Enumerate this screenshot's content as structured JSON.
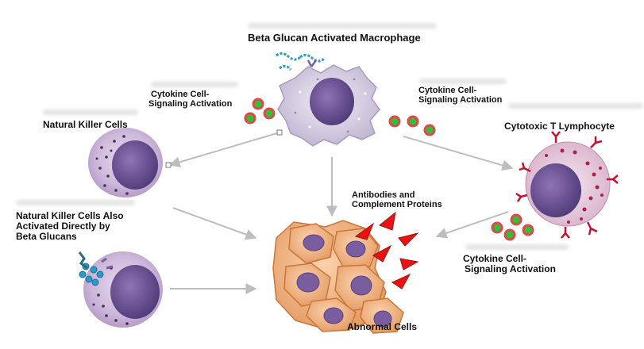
{
  "diagram": {
    "labels": {
      "macrophage": "Beta Glucan Activated Macrophage",
      "cytokine_left_1": "Cytokine Cell-",
      "cytokine_left_2": "Signaling Activation",
      "cytokine_right_1": "Cytokine Cell-",
      "cytokine_right_2": "Signaling Activation",
      "natural_killer": "Natural Killer Cells",
      "cytotoxic_t": "Cytotoxic T Lymphocyte",
      "antibodies_1": "Antibodies and",
      "antibodies_2": "Complement Proteins",
      "nk_also_1": "Natural Killer Cells Also",
      "nk_also_2": "Activated Directly by",
      "nk_also_3": "Beta Glucans",
      "cytokine_bottom_1": "Cytokine Cell-",
      "cytokine_bottom_2": "Signaling Activation",
      "abnormal": "Abnormal Cells"
    },
    "colors": {
      "cell_fill": "#c9b4d6",
      "nucleus": "#6a4e96",
      "granule": "#3e3056",
      "cytokine_dot": "#2cc23a",
      "cytokine_ring": "#e34848",
      "abnormal_fill": "#f2b488",
      "abnormal_edge": "#c9763a",
      "antibody_arrow": "#ee1111",
      "beta_glucan": "#2a9ac8",
      "lymphocyte_receptor": "#c8102e",
      "connector": "#bdbdbd"
    }
  }
}
